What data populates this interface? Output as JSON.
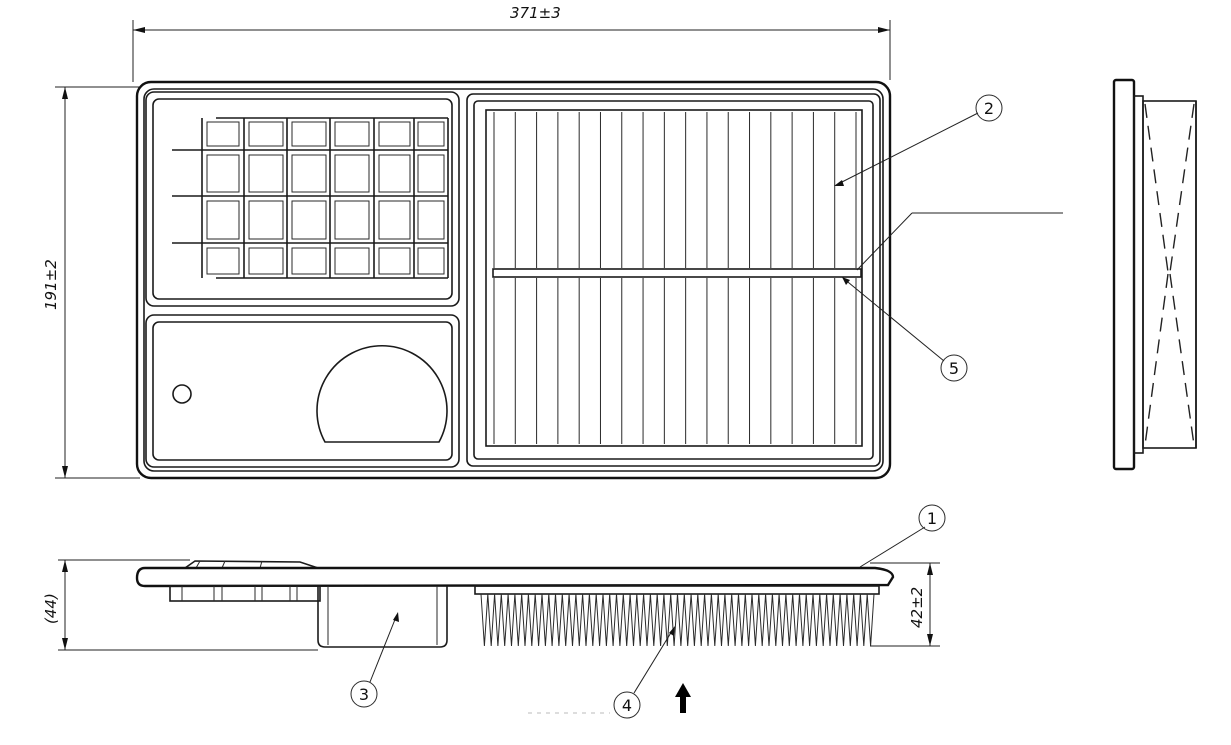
{
  "dimensions": {
    "length": "371±3",
    "width": "191±2",
    "overall_height": "(44)",
    "pleat_height": "42±2"
  },
  "balloons": [
    "1",
    "2",
    "3",
    "4",
    "5"
  ],
  "icons": {
    "flow_arrow": "arrow-up-icon"
  }
}
